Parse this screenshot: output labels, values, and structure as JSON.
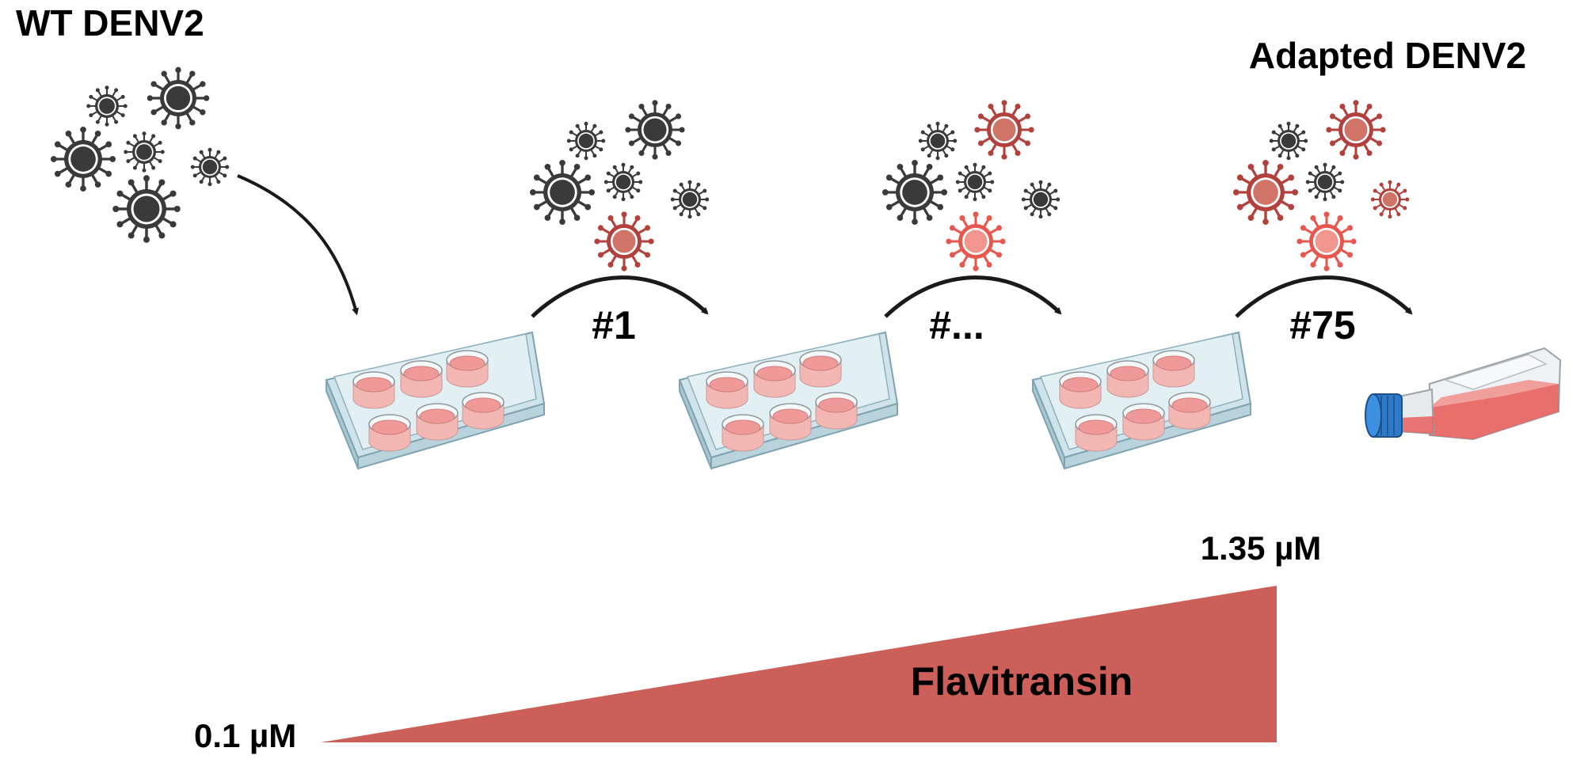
{
  "title_left": "WT DENV2",
  "title_right": "Adapted DENV2",
  "passages": [
    "#1",
    "#...",
    "#75"
  ],
  "concentration": {
    "low": "0.1 µM",
    "high": "1.35 µM"
  },
  "compound": "Flavitransin",
  "colors": {
    "wt_virus": "#3a3a3a",
    "adapted_virus": "#b2403c",
    "light_adapted_virus": "#e8574e",
    "gradient": "#cd5f5a",
    "arrow": "#1a1a1a",
    "plate": "#cfe3ea",
    "well_medium": "#ef9a98",
    "cap": "#2f79c9"
  },
  "icons": [
    "virus-icon",
    "well-plate-icon",
    "culture-flask-icon",
    "curved-arrow-icon"
  ]
}
